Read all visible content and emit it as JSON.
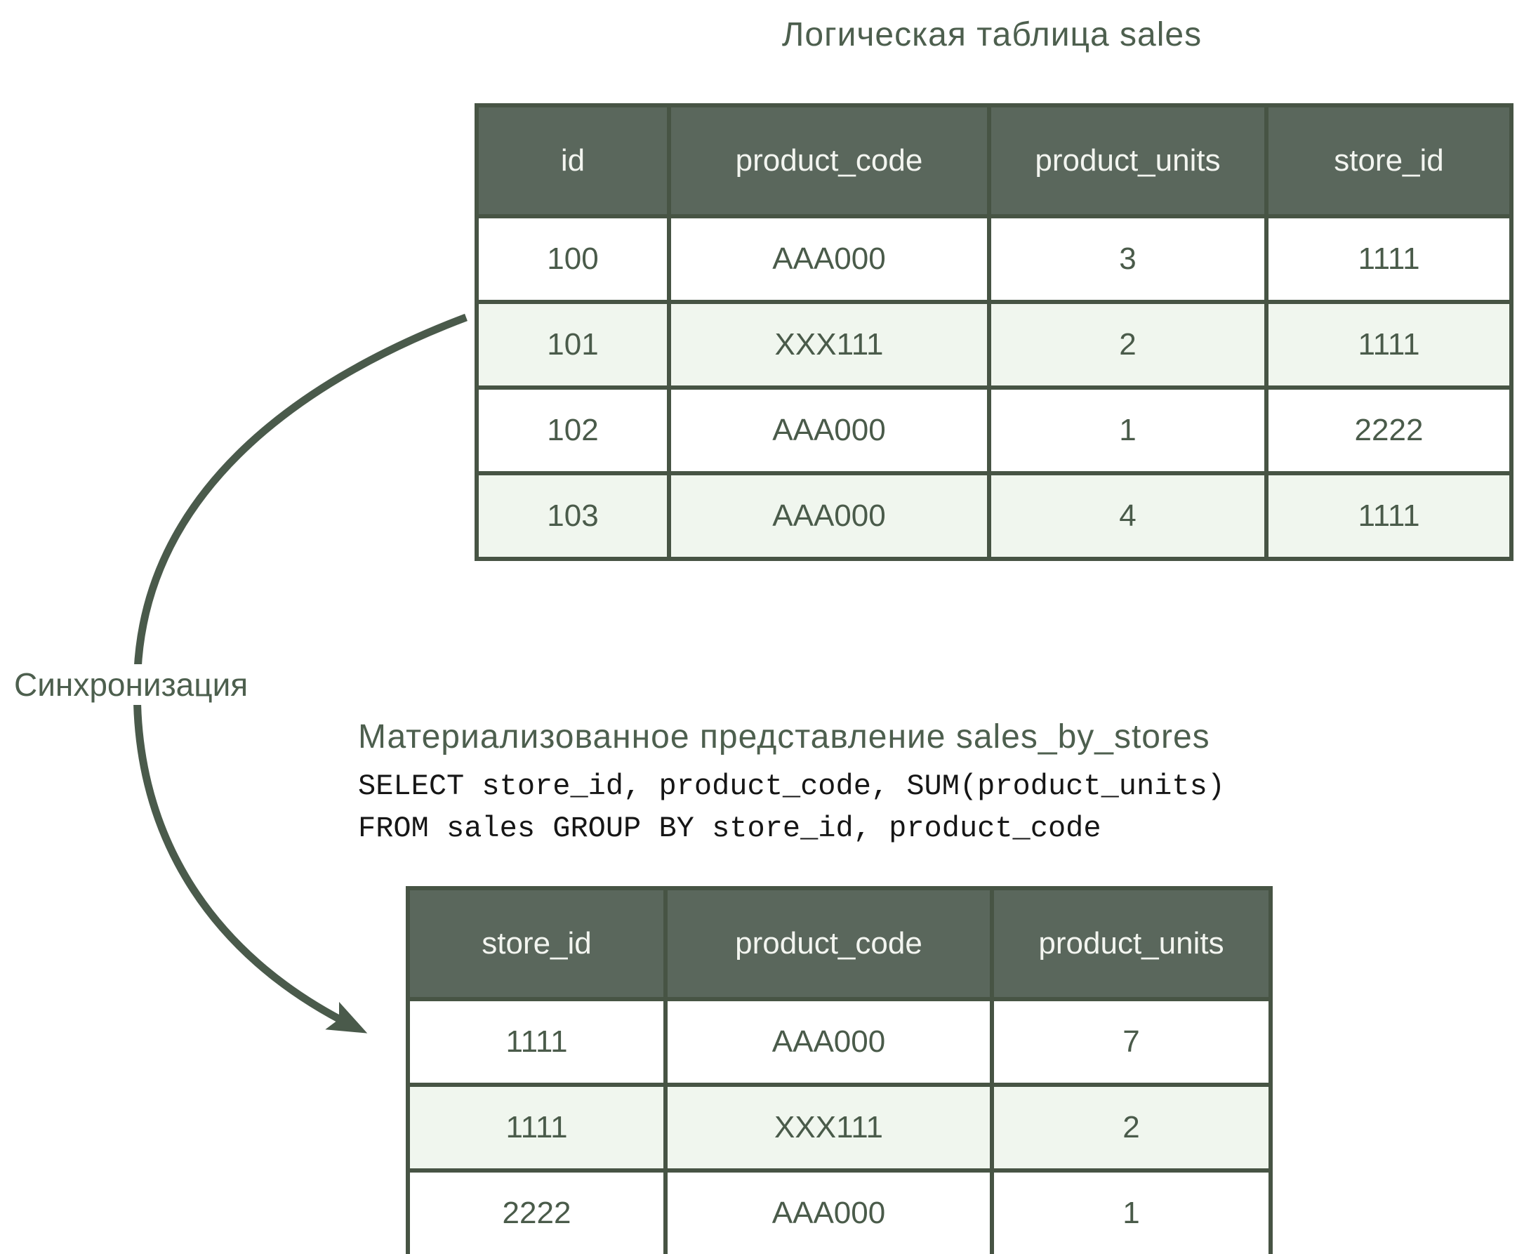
{
  "colors": {
    "accent": "#4a5a4b",
    "border": "#475444",
    "header_bg": "#5a675c",
    "header_text": "#f3f5f0",
    "row_bg": "#ffffff",
    "row_alt_bg": "#f0f6ee",
    "cell_text": "#4a5b4a",
    "title_text": "#4d5f4e",
    "sql_text": "#161616"
  },
  "sync_label": "Синхронизация",
  "logical_table": {
    "title": "Логическая таблица sales",
    "columns": [
      "id",
      "product_code",
      "product_units",
      "store_id"
    ],
    "rows": [
      [
        "100",
        "AAA000",
        "3",
        "1111"
      ],
      [
        "101",
        "XXX111",
        "2",
        "1111"
      ],
      [
        "102",
        "AAA000",
        "1",
        "2222"
      ],
      [
        "103",
        "AAA000",
        "4",
        "1111"
      ]
    ]
  },
  "materialized_view": {
    "title": "Материализованное представление sales_by_stores",
    "sql_line1": "SELECT store_id, product_code, SUM(product_units)",
    "sql_line2": "FROM sales GROUP BY store_id, product_code",
    "columns": [
      "store_id",
      "product_code",
      "product_units"
    ],
    "rows": [
      [
        "1111",
        "AAA000",
        "7"
      ],
      [
        "1111",
        "XXX111",
        "2"
      ],
      [
        "2222",
        "AAA000",
        "1"
      ]
    ]
  }
}
